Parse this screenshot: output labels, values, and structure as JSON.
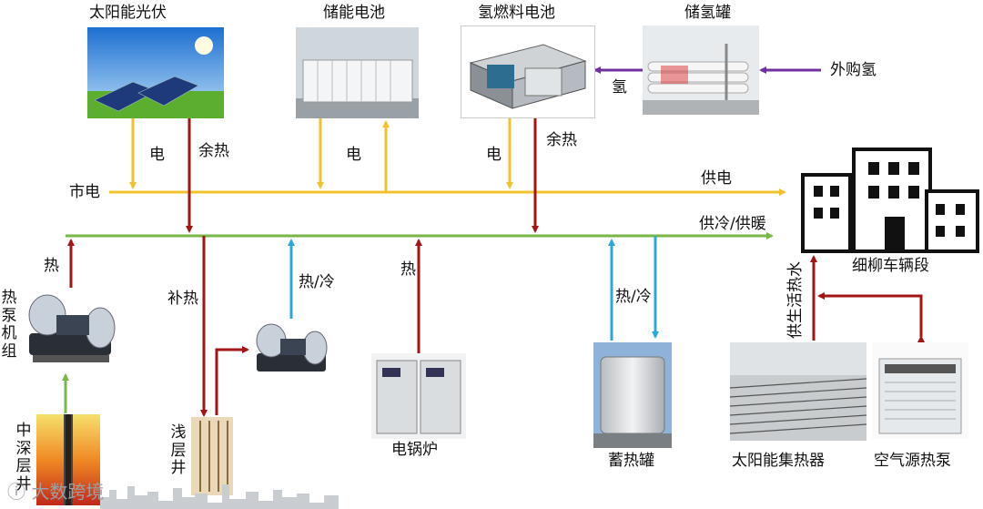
{
  "components": {
    "solar_pv": "太阳能光伏",
    "storage_battery": "储能电池",
    "fuel_cell": "氢燃料电池",
    "h2_tank": "储氢罐",
    "purchased_h2": "外购氢",
    "depot": "细柳车辆段",
    "heat_pump_unit": "热泵机组",
    "mid_deep_well": "中深层井",
    "shallow_well": "浅层井",
    "electric_boiler": "电锅炉",
    "heat_storage_tank": "蓄热罐",
    "solar_collector": "太阳能集热器",
    "air_source_heat_pump": "空气源热泵"
  },
  "flows": {
    "electricity": "电",
    "waste_heat": "余热",
    "hydrogen": "氢",
    "grid": "市电",
    "power_supply": "供电",
    "cooling_heating_supply": "供冷/供暖",
    "heat": "热",
    "supplement_heat": "补热",
    "heat_cold": "热/冷",
    "domestic_hot_water": "供生活热水"
  },
  "watermark": "大数跨境",
  "colors": {
    "power_bus": "#f2c12e",
    "thermal_bus": "#7ab648",
    "heat_line": "#a31515",
    "cold_line": "#2aa8d8",
    "hydrogen_line": "#7030a0"
  }
}
